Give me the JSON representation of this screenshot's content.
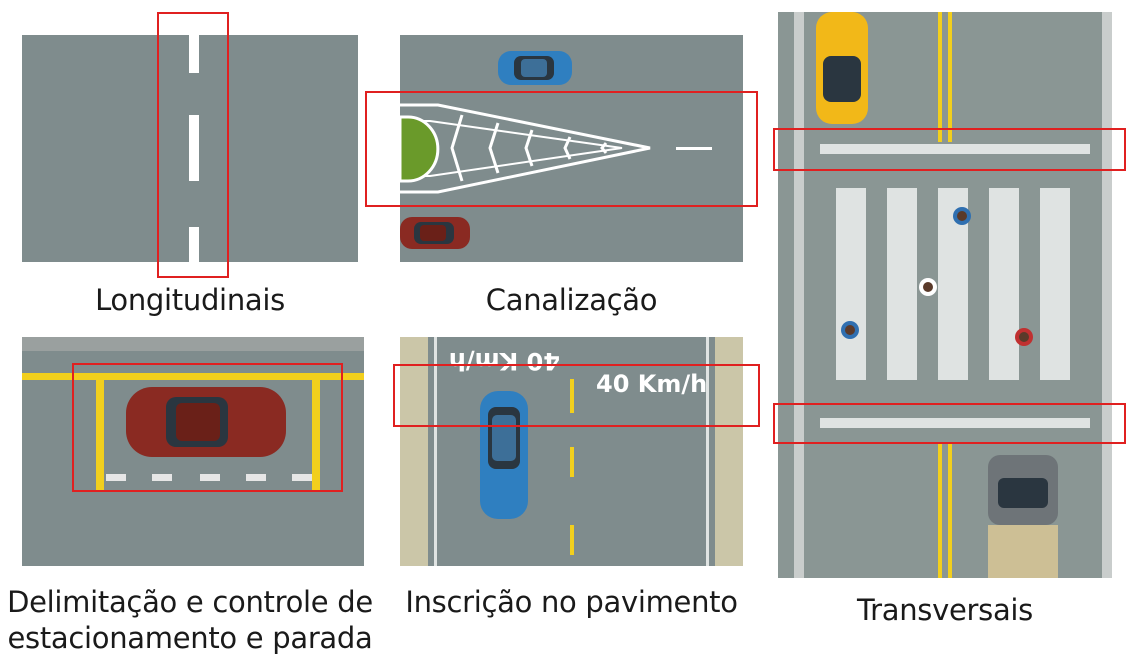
{
  "panels": {
    "longitudinais": {
      "caption": "Longitudinais"
    },
    "canalizacao": {
      "caption": "Canalização"
    },
    "transversais": {
      "caption": "Transversais"
    },
    "delimitacao": {
      "caption_line1": "Delimitação e controle de",
      "caption_line2": "estacionamento e parada"
    },
    "inscricao": {
      "caption": "Inscrição no pavimento",
      "pavement_text": "40 Km/h"
    }
  },
  "colors": {
    "asphalt": "#7f8c8d",
    "asphalt_light": "#8a9694",
    "highlight": "#e02020",
    "yellow_line": "#f2cf1d",
    "white_line": "#ffffff",
    "island_green": "#6a9a2a",
    "car_blue": "#2f7fc0",
    "car_red": "#8a2a22",
    "car_yellow": "#f2b818"
  }
}
